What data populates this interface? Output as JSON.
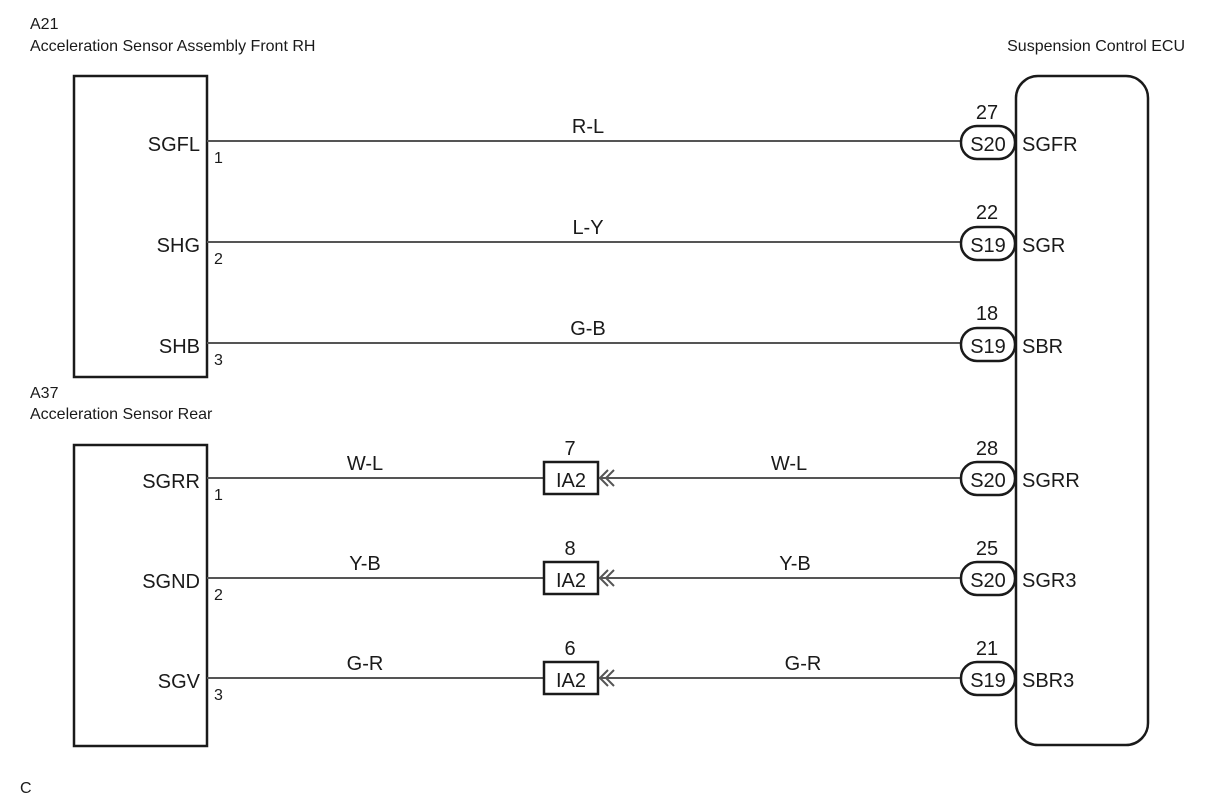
{
  "components": {
    "front": {
      "code": "A21",
      "name": "Acceleration Sensor Assembly Front RH"
    },
    "rear": {
      "code": "A37",
      "name": "Acceleration Sensor Rear"
    },
    "ecu": {
      "name": "Suspension Control ECU"
    }
  },
  "front_wires": [
    {
      "sensor_term": "SGFL",
      "sensor_pin": "1",
      "color": "R-L",
      "ecu_pin": "27",
      "ecu_conn": "S20",
      "ecu_term": "SGFR"
    },
    {
      "sensor_term": "SHG",
      "sensor_pin": "2",
      "color": "L-Y",
      "ecu_pin": "22",
      "ecu_conn": "S19",
      "ecu_term": "SGR"
    },
    {
      "sensor_term": "SHB",
      "sensor_pin": "3",
      "color": "G-B",
      "ecu_pin": "18",
      "ecu_conn": "S19",
      "ecu_term": "SBR"
    }
  ],
  "rear_wires": [
    {
      "sensor_term": "SGRR",
      "sensor_pin": "1",
      "color_left": "W-L",
      "junction": "IA2",
      "junction_pin": "7",
      "color_right": "W-L",
      "ecu_pin": "28",
      "ecu_conn": "S20",
      "ecu_term": "SGRR"
    },
    {
      "sensor_term": "SGND",
      "sensor_pin": "2",
      "color_left": "Y-B",
      "junction": "IA2",
      "junction_pin": "8",
      "color_right": "Y-B",
      "ecu_pin": "25",
      "ecu_conn": "S20",
      "ecu_term": "SGR3"
    },
    {
      "sensor_term": "SGV",
      "sensor_pin": "3",
      "color_left": "G-R",
      "junction": "IA2",
      "junction_pin": "6",
      "color_right": "G-R",
      "ecu_pin": "21",
      "ecu_conn": "S19",
      "ecu_term": "SBR3"
    }
  ],
  "footer": {
    "code": "C"
  }
}
